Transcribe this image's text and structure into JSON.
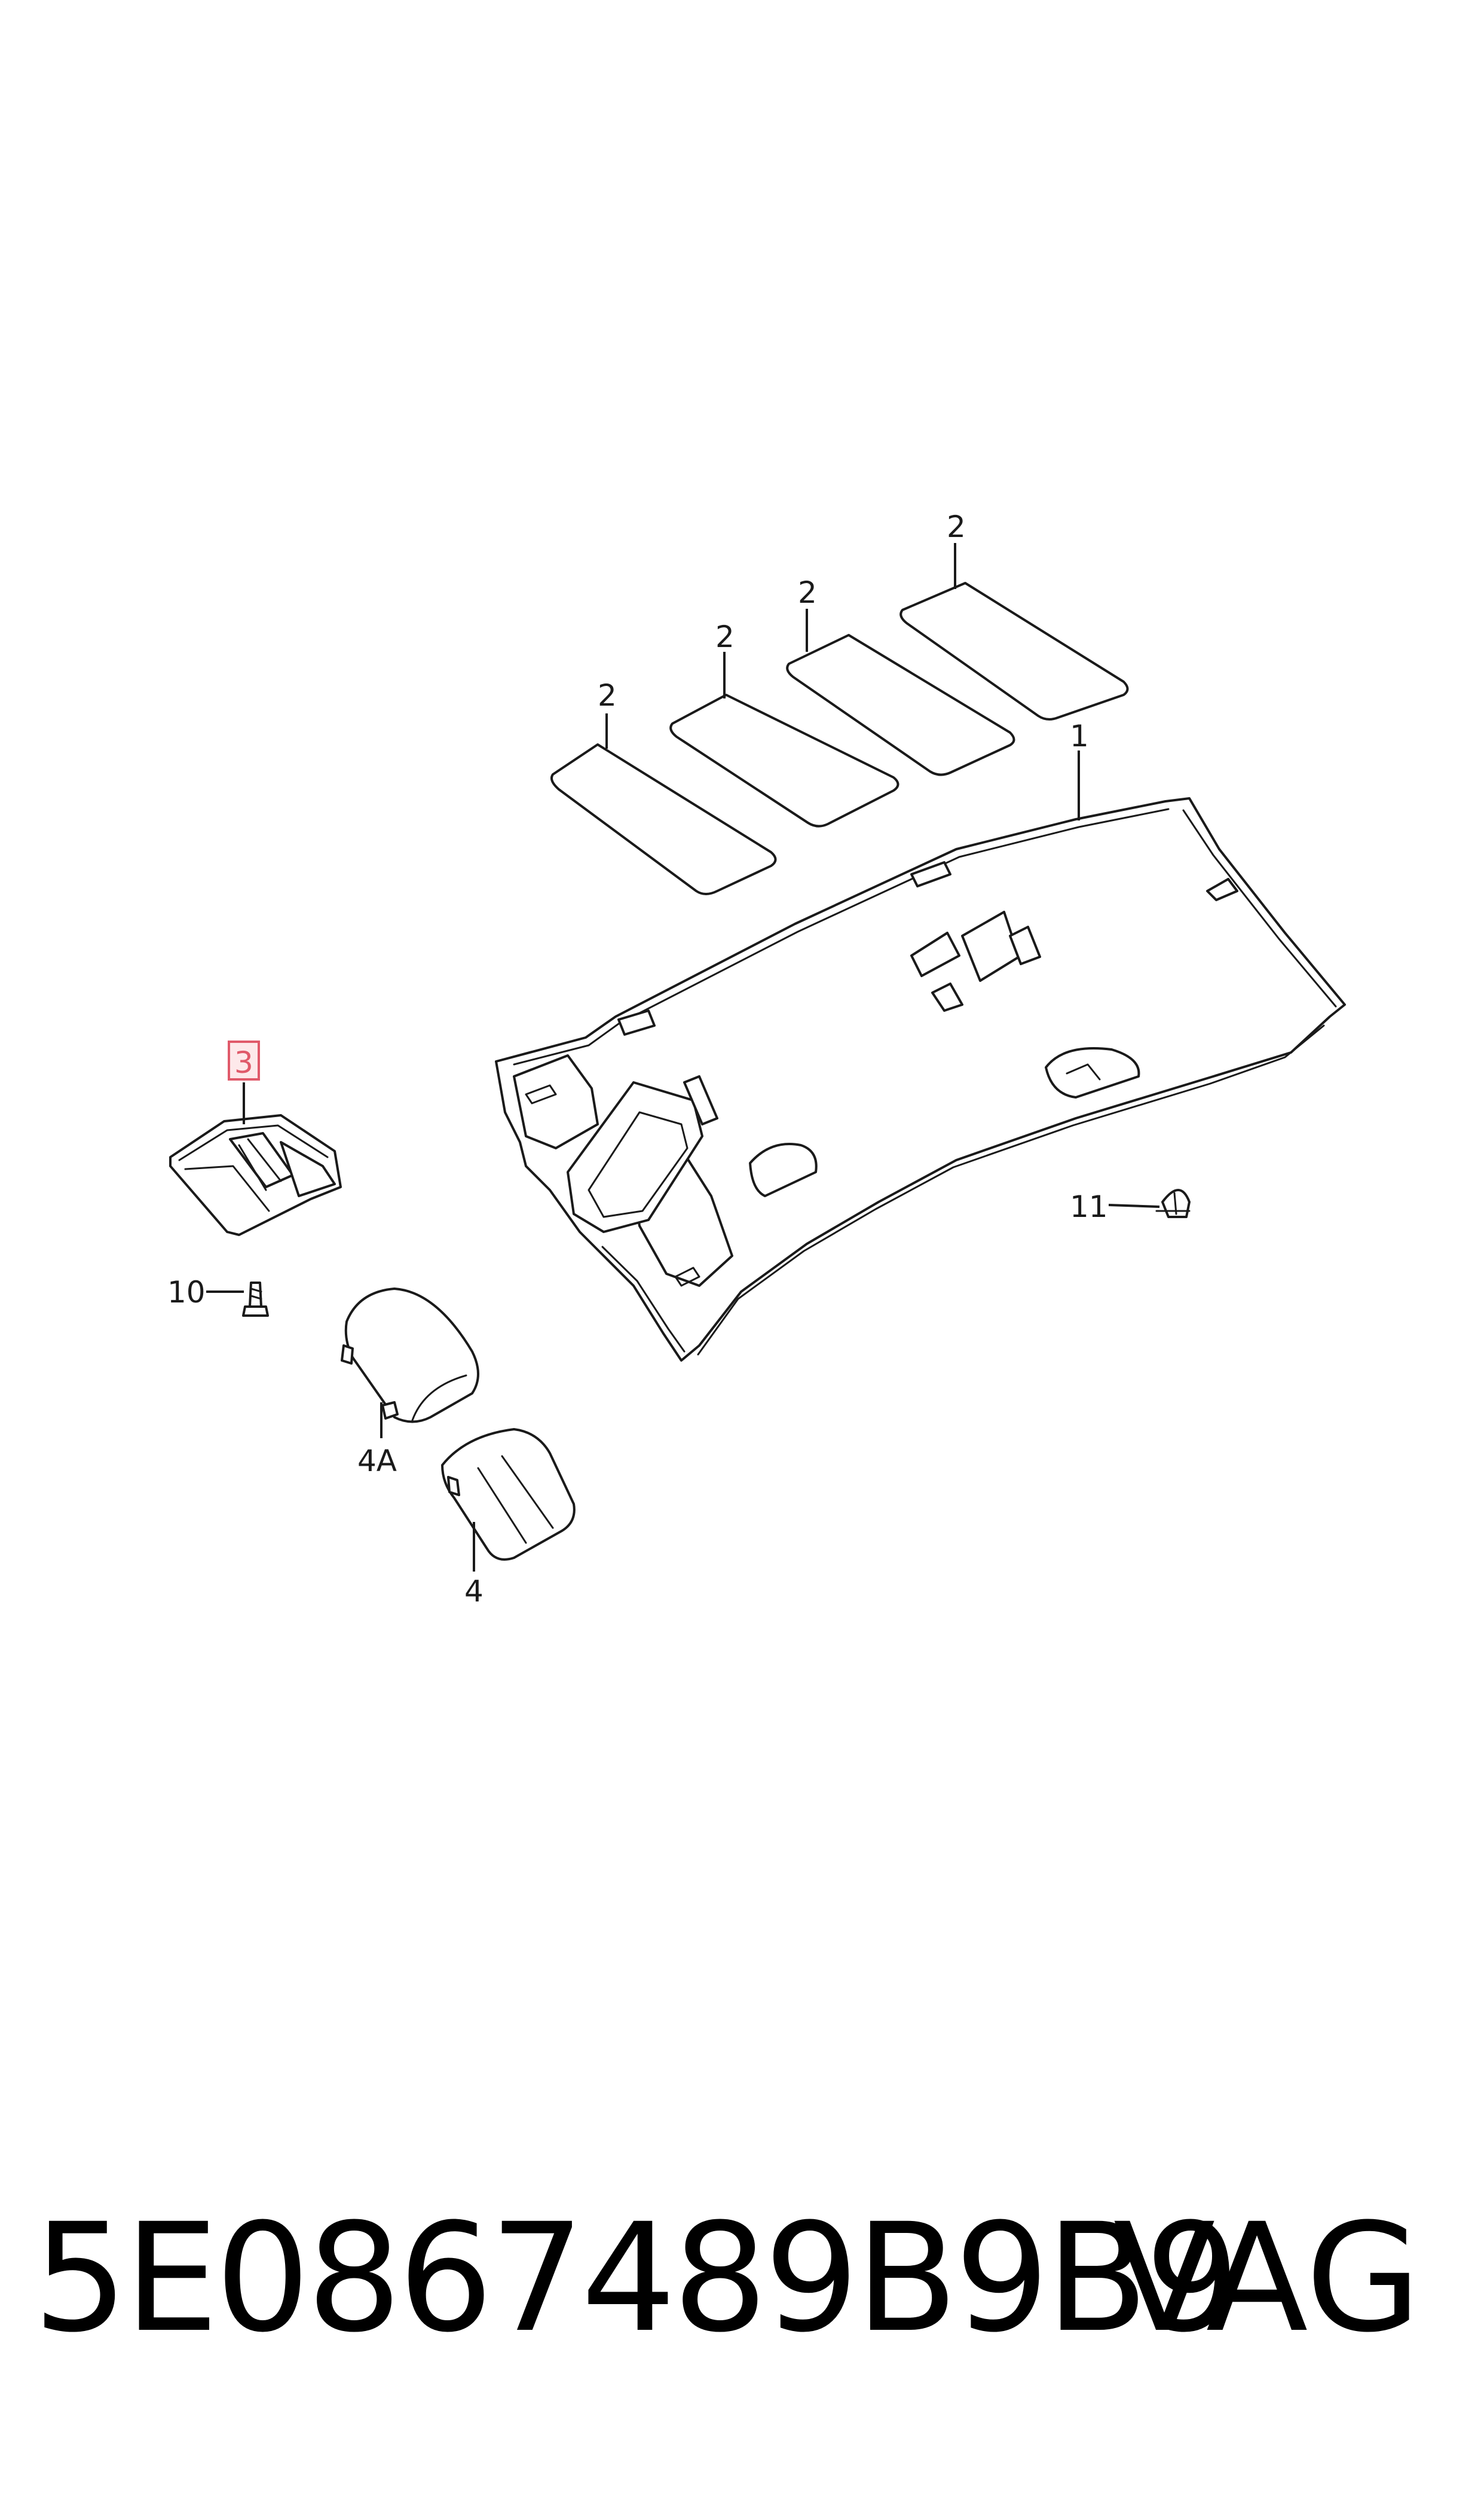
{
  "diagram": {
    "labels": {
      "panel_a": "2",
      "panel_b": "2",
      "panel_c": "2",
      "panel_d": "2",
      "headliner": "1",
      "console": "3",
      "screw": "10",
      "clip": "11",
      "sun_visor_a": "4A",
      "sun_visor": "4"
    },
    "highlight_color": "#e05a6a"
  },
  "footer": {
    "part_number": "5E0867489B9B9",
    "brand": "VAG"
  }
}
